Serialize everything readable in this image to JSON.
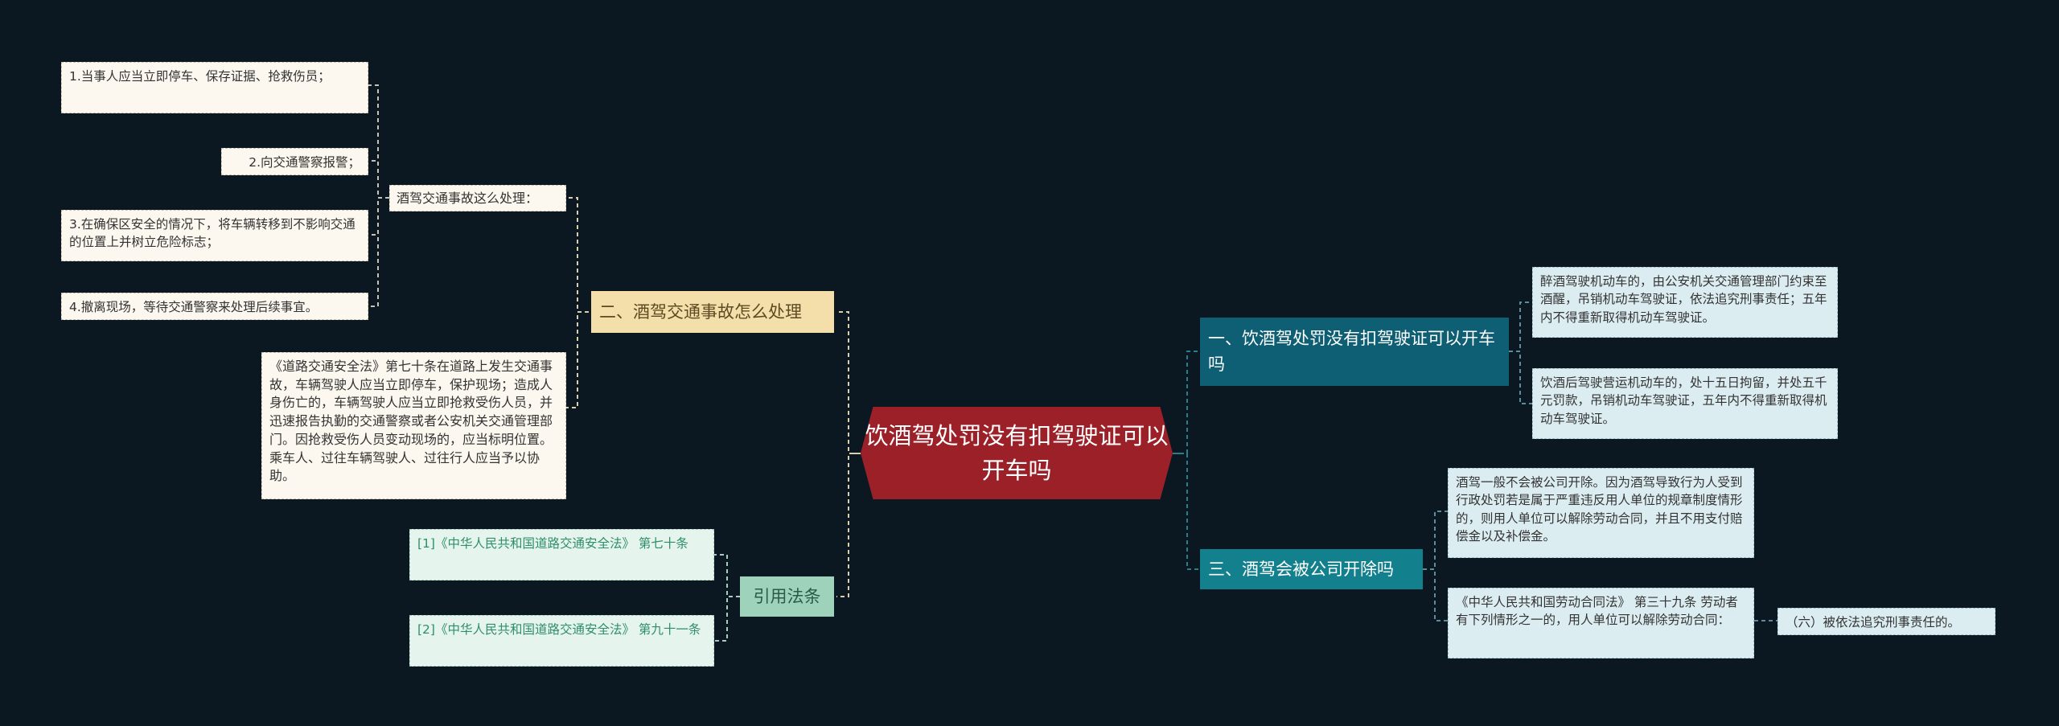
{
  "root": "饮酒驾处罚没有扣驾驶证可以开车吗",
  "left": {
    "accident": {
      "label": "二、酒驾交通事故怎么处理",
      "sub_label": "酒驾交通事故这么处理：",
      "steps": [
        "1.当事人应当立即停车、保存证据、抢救伤员；",
        "2.向交通警察报警；",
        "3.在确保区安全的情况下，将车辆转移到不影响交通的位置上并树立危险标志；",
        "4.撤离现场，等待交通警察来处理后续事宜。"
      ],
      "law_text": "《道路交通安全法》第七十条在道路上发生交通事故，车辆驾驶人应当立即停车，保护现场；造成人身伤亡的，车辆驾驶人应当立即抢救受伤人员，并迅速报告执勤的交通警察或者公安机关交通管理部门。因抢救受伤人员变动现场的，应当标明位置。乘车人、过往车辆驾驶人、过往行人应当予以协助。"
    },
    "citations": {
      "label": "引用法条",
      "items": [
        "[1]《中华人民共和国道路交通安全法》 第七十条",
        "[2]《中华人民共和国道路交通安全法》 第九十一条"
      ]
    }
  },
  "right": {
    "penalty": {
      "label": "一、饮酒驾处罚没有扣驾驶证可以开车吗",
      "items": [
        "醉酒驾驶机动车的，由公安机关交通管理部门约束至酒醒，吊销机动车驾驶证，依法追究刑事责任；五年内不得重新取得机动车驾驶证。",
        "饮酒后驾驶营运机动车的，处十五日拘留，并处五千元罚款，吊销机动车驾驶证，五年内不得重新取得机动车驾驶证。"
      ]
    },
    "dismissal": {
      "label": "三、酒驾会被公司开除吗",
      "items": [
        "酒驾一般不会被公司开除。因为酒驾导致行为人受到行政处罚若是属于严重违反用人单位的规章制度情形的，则用人单位可以解除劳动合同，并且不用支付赔偿金以及补偿金。",
        "《中华人民共和国劳动合同法》 第三十九条 劳动者有下列情形之一的，用人单位可以解除劳动合同："
      ],
      "sub_item": "（六）被依法追究刑事责任的。"
    }
  },
  "colors": {
    "background": "#0b1822",
    "center": "#9b2028",
    "branch_sand": "#f4dfab",
    "branch_teal": "#0e5f73",
    "branch_cyan": "#13808d",
    "branch_mint": "#9ed2bb"
  }
}
